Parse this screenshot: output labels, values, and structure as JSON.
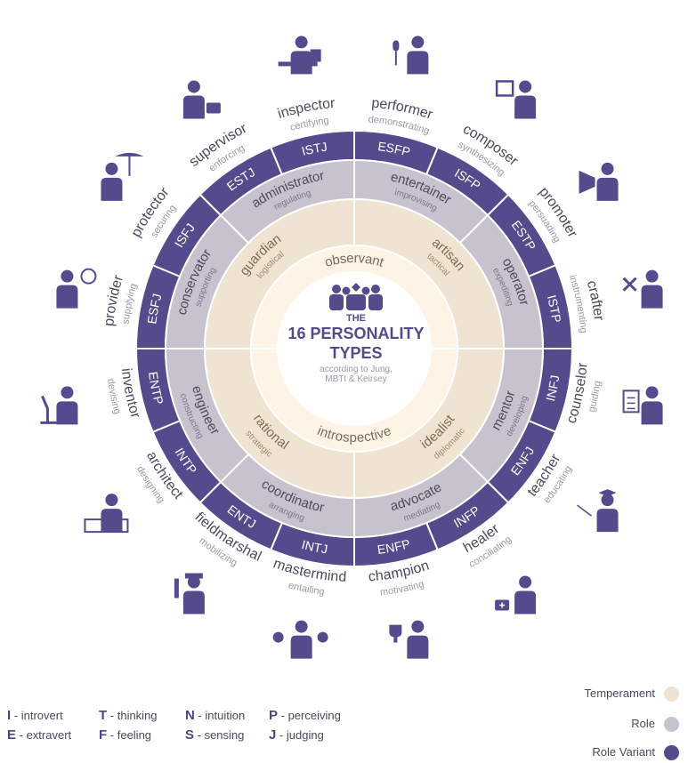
{
  "title": {
    "the": "THE",
    "main1": "16 PERSONALITY",
    "main2": "TYPES",
    "sub1": "according to Jung,",
    "sub2": "MBTI & Keirsey"
  },
  "colors": {
    "dark": "#554a8c",
    "role": "#c8c2ce",
    "temperament": "#efe3d2",
    "center": "#fdf4e6",
    "text_dark": "#4c4a5e",
    "text_light": "#9a98a6"
  },
  "temperaments": [
    {
      "name": "observant",
      "angle": 0
    },
    {
      "name": "introspective",
      "angle": 180
    }
  ],
  "roles": [
    {
      "name": "artisan",
      "sub": "tactical",
      "angle": 45
    },
    {
      "name": "idealist",
      "sub": "diplomatic",
      "angle": 135
    },
    {
      "name": "rational",
      "sub": "strategic",
      "angle": 225
    },
    {
      "name": "guardian",
      "sub": "logistical",
      "angle": 315
    }
  ],
  "variants": [
    {
      "name": "entertainer",
      "sub": "improvising",
      "angle": 22.5
    },
    {
      "name": "operator",
      "sub": "expediting",
      "angle": 67.5
    },
    {
      "name": "mentor",
      "sub": "developing",
      "angle": 112.5
    },
    {
      "name": "advocate",
      "sub": "mediating",
      "angle": 157.5
    },
    {
      "name": "coordinator",
      "sub": "arranging",
      "angle": 202.5
    },
    {
      "name": "engineer",
      "sub": "constructing",
      "angle": 247.5
    },
    {
      "name": "conservator",
      "sub": "supporting",
      "angle": 292.5
    },
    {
      "name": "administrator",
      "sub": "regulating",
      "angle": 337.5
    }
  ],
  "types": [
    {
      "code": "ESFP",
      "role": "performer",
      "verb": "demonstrating",
      "icon": "microphone-person-icon"
    },
    {
      "code": "ISFP",
      "role": "composer",
      "verb": "synthesizing",
      "icon": "painter-person-icon"
    },
    {
      "code": "ESTP",
      "role": "promoter",
      "verb": "persuading",
      "icon": "megaphone-person-icon"
    },
    {
      "code": "ISTP",
      "role": "crafter",
      "verb": "instrumenting",
      "icon": "tools-person-icon"
    },
    {
      "code": "INFJ",
      "role": "counselor",
      "verb": "guiding",
      "icon": "clipboard-person-icon"
    },
    {
      "code": "ENFJ",
      "role": "teacher",
      "verb": "educating",
      "icon": "graduate-person-icon"
    },
    {
      "code": "INFP",
      "role": "healer",
      "verb": "conciliating",
      "icon": "doctor-person-icon"
    },
    {
      "code": "ENFP",
      "role": "champion",
      "verb": "motivating",
      "icon": "trophy-person-icon"
    },
    {
      "code": "INTJ",
      "role": "mastermind",
      "verb": "entailing",
      "icon": "balance-person-icon"
    },
    {
      "code": "ENTJ",
      "role": "fieldmarshal",
      "verb": "mobilizing",
      "icon": "officer-person-icon"
    },
    {
      "code": "INTP",
      "role": "architect",
      "verb": "designing",
      "icon": "blueprint-person-icon"
    },
    {
      "code": "ENTP",
      "role": "inventor",
      "verb": "devising",
      "icon": "microscope-person-icon"
    },
    {
      "code": "ESFJ",
      "role": "provider",
      "verb": "supplying",
      "icon": "smiley-person-icon"
    },
    {
      "code": "ISFJ",
      "role": "protector",
      "verb": "securing",
      "icon": "umbrella-person-icon"
    },
    {
      "code": "ESTJ",
      "role": "supervisor",
      "verb": "enforcing",
      "icon": "briefcase-person-icon"
    },
    {
      "code": "ISTJ",
      "role": "inspector",
      "verb": "certifying",
      "icon": "desk-person-icon"
    }
  ],
  "letter_legend": [
    [
      {
        "letter": "I",
        "desc": " - introvert"
      },
      {
        "letter": "T",
        "desc": " - thinking"
      },
      {
        "letter": "N",
        "desc": " - intuition"
      },
      {
        "letter": "P",
        "desc": " - perceiving"
      }
    ],
    [
      {
        "letter": "E",
        "desc": " - extravert"
      },
      {
        "letter": "F",
        "desc": " - feeling"
      },
      {
        "letter": "S",
        "desc": " - sensing"
      },
      {
        "letter": "J",
        "desc": " - judging"
      }
    ]
  ],
  "ring_legend": [
    {
      "label": "Temperament",
      "color": "#efe3d2"
    },
    {
      "label": "Role",
      "color": "#c8c2ce"
    },
    {
      "label": "Role Variant",
      "color": "#554a8c"
    }
  ]
}
